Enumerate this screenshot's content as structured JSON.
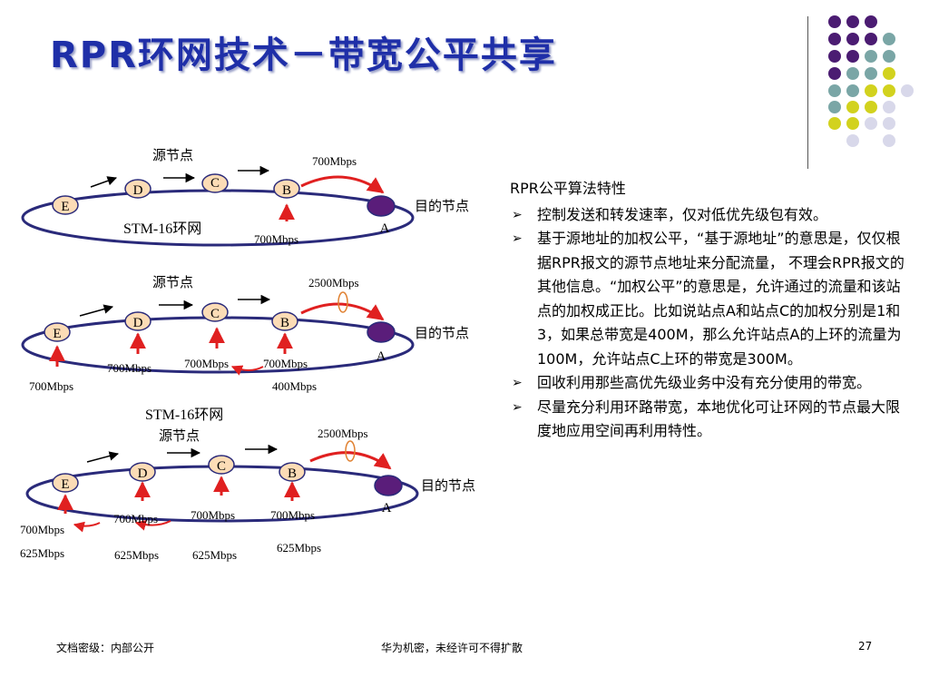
{
  "title": "RPR环网技术－带宽公平共享",
  "colors": {
    "title": "#1f2fa8",
    "node_fill": "#fcdcb6",
    "node_dest": "#5a1d7a",
    "ring": "#2a2a7a",
    "red": "#e02020"
  },
  "diagram1": {
    "source_label": "源节点",
    "dest_label": "目的节点",
    "ring_label": "STM-16环网",
    "nodes": [
      "E",
      "D",
      "C",
      "B",
      "A"
    ],
    "rates": [
      "700Mbps",
      "700Mbps"
    ]
  },
  "diagram2": {
    "source_label": "源节点",
    "dest_label": "目的节点",
    "ring_label": "STM-16环网",
    "nodes": [
      "E",
      "D",
      "C",
      "B",
      "A"
    ],
    "rates": [
      "2500Mbps",
      "700Mbps",
      "700Mbps",
      "700Mbps",
      "700Mbps",
      "400Mbps"
    ]
  },
  "diagram3": {
    "source_label": "源节点",
    "dest_label": "目的节点",
    "nodes": [
      "E",
      "D",
      "C",
      "B",
      "A"
    ],
    "rates": [
      "2500Mbps",
      "700Mbps",
      "700Mbps",
      "700Mbps",
      "700Mbps",
      "625Mbps",
      "625Mbps",
      "625Mbps",
      "625Mbps"
    ]
  },
  "text_panel": {
    "heading": "RPR公平算法特性",
    "bullets": [
      "控制发送和转发速率，仅对低优先级包有效。",
      "基于源地址的加权公平，“基于源地址”的意思是，仅仅根据RPR报文的源节点地址来分配流量， 不理会RPR报文的其他信息。“加权公平”的意思是，允许通过的流量和该站点的加权成正比。比如说站点A和站点C的加权分别是1和3，如果总带宽是400M，那么允许站点A的上环的流量为100M，允许站点C上环的带宽是300M。",
      "回收利用那些高优先级业务中没有充分使用的带宽。",
      "尽量充分利用环路带宽，本地优化可让环网的节点最大限度地应用空间再利用特性。"
    ],
    "bullet_glyph": "➢"
  },
  "footer": {
    "left": "文档密级：内部公开",
    "center": "华为机密，未经许可不得扩散",
    "page": "27"
  }
}
